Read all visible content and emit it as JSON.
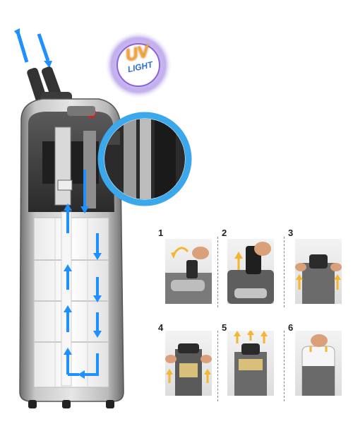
{
  "badge": {
    "line1": "UV",
    "line2": "LIGHT"
  },
  "steps": [
    {
      "number": "1"
    },
    {
      "number": "2"
    },
    {
      "number": "3"
    },
    {
      "number": "4"
    },
    {
      "number": "5"
    },
    {
      "number": "6"
    }
  ],
  "colors": {
    "flow_arrow": "#1e90ff",
    "lift_arrow": "#f2b632",
    "callout_ring": "#3aa8ea",
    "badge_text": "#f4a53a",
    "filter_body": "#9a9a9a",
    "media_tray": "#f2f2f2"
  }
}
